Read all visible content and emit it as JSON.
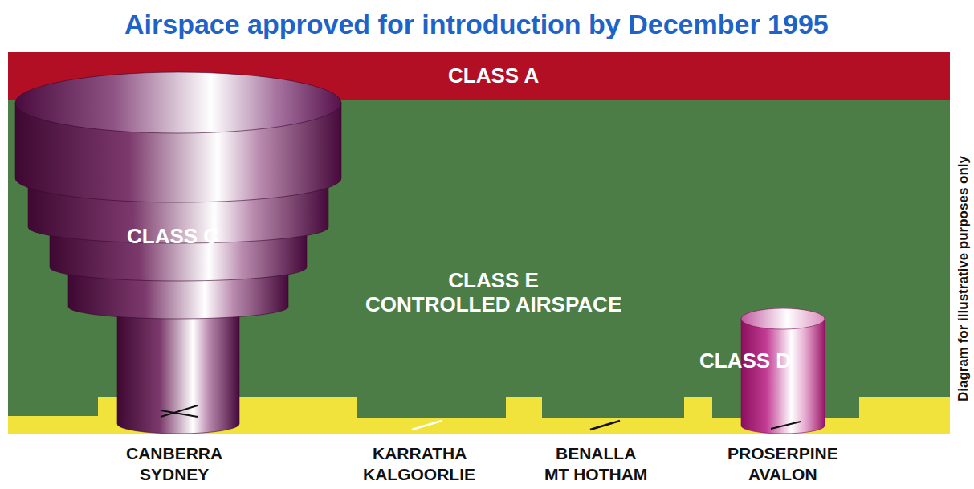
{
  "diagram": {
    "title": "Airspace approved for introduction by December 1995",
    "nodes": [
      {
        "text": [
          "CLASS A"
        ]
      },
      {
        "text": [
          "CLASS E CONTROLLED AIRSPACE"
        ]
      },
      {
        "text": [
          "CLASS C"
        ],
        "in": 1
      },
      {
        "text": [
          "CLASS D"
        ],
        "in": 1
      }
    ],
    "labels": [
      "CANBERRA",
      "SYDNEY",
      "KARRATHA",
      "KALGOORLIE",
      "BENALLA",
      "MT HOTHAM",
      "PROSERPINE",
      "AVALON",
      "Diagram for illustrative purposes only"
    ]
  }
}
